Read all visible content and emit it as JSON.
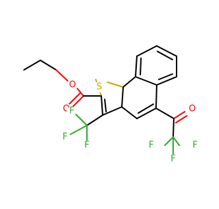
{
  "molecule": {
    "colors": {
      "carbon": "#000000",
      "oxygen": "#ff0000",
      "sulfur": "#c8a800",
      "fluorine": "#2ea82e"
    },
    "atom_labels": {
      "s1": "S",
      "o_ester": "O",
      "o_carbonyl": "O",
      "o_ketone": "O",
      "f1": "F",
      "f2": "F",
      "f3": "F",
      "f4": "F",
      "f5": "F",
      "f6": "F"
    }
  }
}
